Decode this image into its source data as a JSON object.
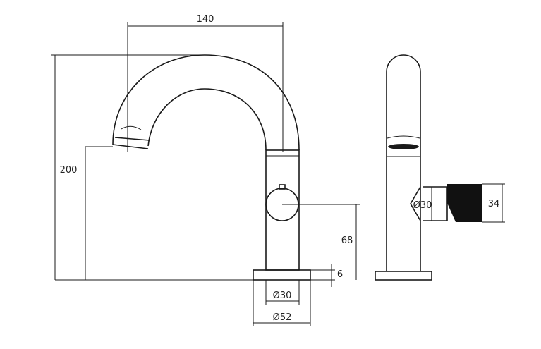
{
  "drawing": {
    "front_view": {
      "dim_width": "140",
      "dim_height": "200",
      "dim_handle_height": "68",
      "dim_base_thickness": "6",
      "dim_body_diameter": "Ø30",
      "dim_base_diameter": "Ø52"
    },
    "side_view": {
      "dim_handle_diameter": "Ø30",
      "dim_handle_length": "34"
    },
    "line_color": "#1a1a1a"
  }
}
